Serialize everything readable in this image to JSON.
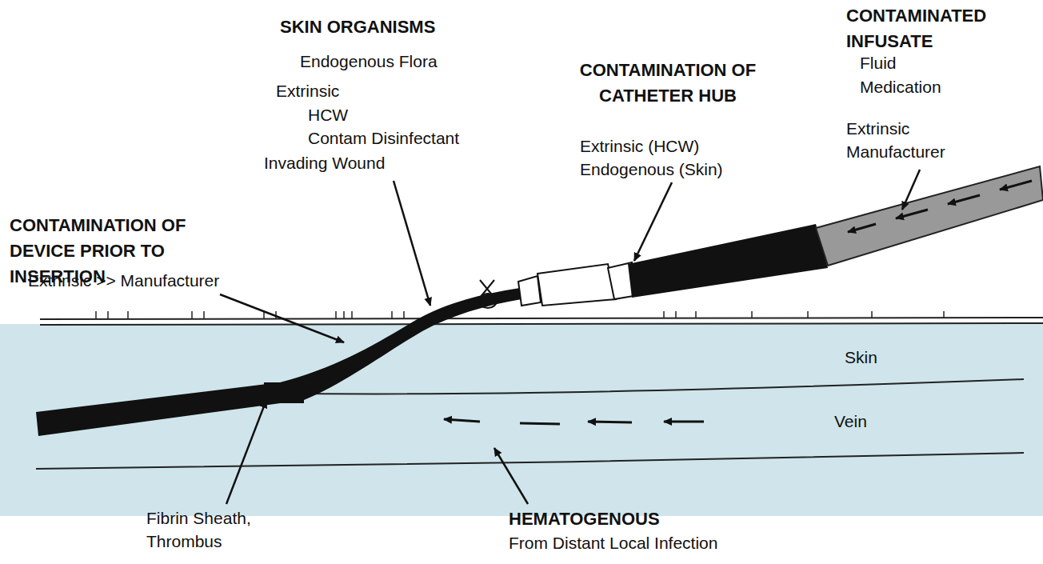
{
  "diagram": {
    "labels": [
      "SKIN ORGANISMS",
      "Endogenous Flora",
      "Extrinsic",
      "HCW",
      "Contam Disinfectant",
      "Invading Wound",
      "CONTAMINATION OF CATHETER HUB",
      "Extrinsic (HCW)",
      "Endogenous (Skin)",
      "CONTAMINATED INFUSATE",
      "Fluid",
      "Medication",
      "Extrinsic Manufacturer",
      "CONTAMINATION OF DEVICE PRIOR TO INSERTION",
      "Extrinsic >> Manufacturer",
      "Skin",
      "Vein",
      "Fibrin Sheath, Thrombus",
      "HEMATOGENOUS",
      "From Distant Local Infection"
    ]
  }
}
